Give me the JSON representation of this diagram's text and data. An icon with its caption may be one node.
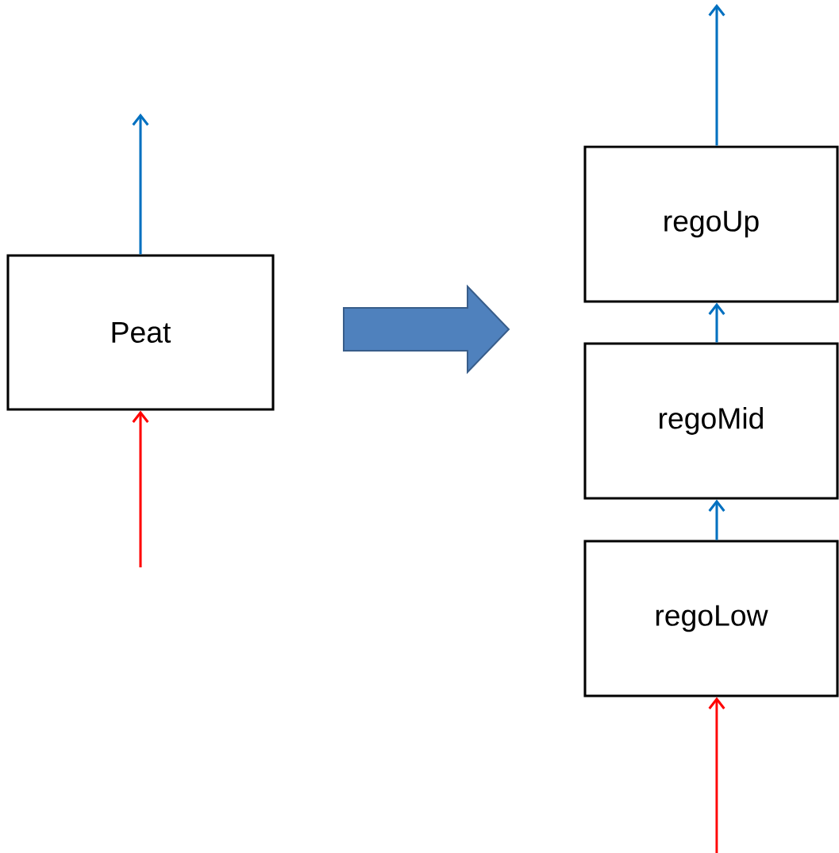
{
  "diagram": {
    "nodes": [
      {
        "text": [
          "Peat"
        ]
      },
      {
        "text": [
          "regoUp"
        ]
      },
      {
        "text": [
          "regoMid"
        ]
      },
      {
        "text": [
          "regoLow"
        ]
      }
    ],
    "edges": [
      {
        "from": null,
        "to": 0,
        "arrow": "to",
        "color": "#ff0000"
      },
      {
        "from": 0,
        "to": null,
        "arrow": "to"
      },
      {
        "from": null,
        "to": 3,
        "arrow": "to",
        "color": "#ff0000"
      },
      {
        "from": 3,
        "to": 2,
        "arrow": "to"
      },
      {
        "from": 2,
        "to": 1,
        "arrow": "to"
      },
      {
        "from": 1,
        "to": null,
        "arrow": "to"
      }
    ]
  }
}
